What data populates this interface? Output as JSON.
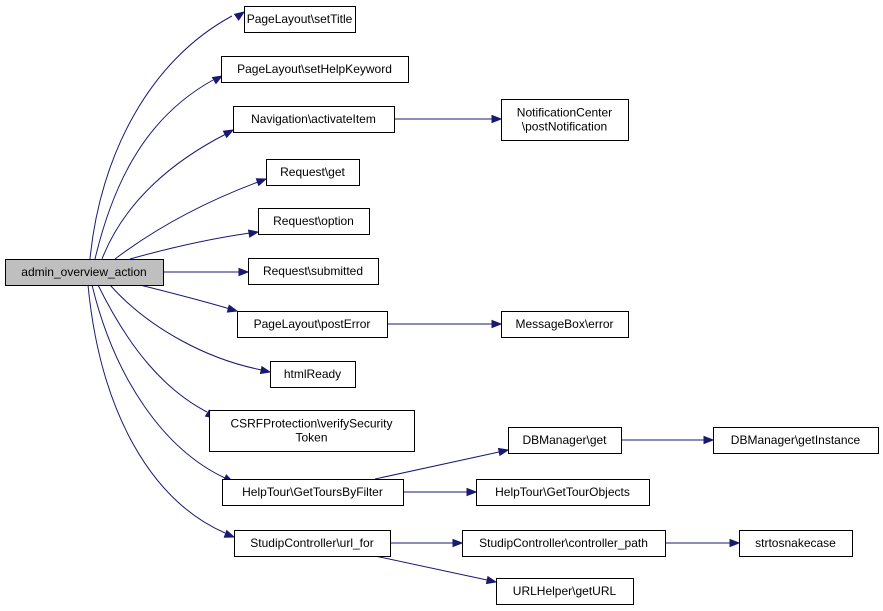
{
  "diagram": {
    "root": {
      "id": "root",
      "lines": [
        "admin_overview_action"
      ]
    },
    "nodes": [
      {
        "id": "setTitle",
        "lines": [
          "PageLayout\\setTitle"
        ]
      },
      {
        "id": "setHelpKeyword",
        "lines": [
          "PageLayout\\setHelpKeyword"
        ]
      },
      {
        "id": "activateItem",
        "lines": [
          "Navigation\\activateItem"
        ]
      },
      {
        "id": "postNotification",
        "lines": [
          "NotificationCenter",
          "\\postNotification"
        ]
      },
      {
        "id": "requestGet",
        "lines": [
          "Request\\get"
        ]
      },
      {
        "id": "requestOption",
        "lines": [
          "Request\\option"
        ]
      },
      {
        "id": "requestSubmitted",
        "lines": [
          "Request\\submitted"
        ]
      },
      {
        "id": "postError",
        "lines": [
          "PageLayout\\postError"
        ]
      },
      {
        "id": "messageBoxError",
        "lines": [
          "MessageBox\\error"
        ]
      },
      {
        "id": "htmlReady",
        "lines": [
          "htmlReady"
        ]
      },
      {
        "id": "verifyToken",
        "lines": [
          "CSRFProtection\\verifySecurity",
          "Token"
        ]
      },
      {
        "id": "dbGet",
        "lines": [
          "DBManager\\get"
        ]
      },
      {
        "id": "dbGetInstance",
        "lines": [
          "DBManager\\getInstance"
        ]
      },
      {
        "id": "getToursByFilter",
        "lines": [
          "HelpTour\\GetToursByFilter"
        ]
      },
      {
        "id": "getTourObjects",
        "lines": [
          "HelpTour\\GetTourObjects"
        ]
      },
      {
        "id": "urlFor",
        "lines": [
          "StudipController\\url_for"
        ]
      },
      {
        "id": "controllerPath",
        "lines": [
          "StudipController\\controller_path"
        ]
      },
      {
        "id": "strtosnakecase",
        "lines": [
          "strtosnakecase"
        ]
      },
      {
        "id": "getURL",
        "lines": [
          "URLHelper\\getURL"
        ]
      }
    ],
    "edges": [
      [
        "root",
        "setTitle"
      ],
      [
        "root",
        "setHelpKeyword"
      ],
      [
        "root",
        "activateItem"
      ],
      [
        "root",
        "requestGet"
      ],
      [
        "root",
        "requestOption"
      ],
      [
        "root",
        "requestSubmitted"
      ],
      [
        "root",
        "postError"
      ],
      [
        "root",
        "htmlReady"
      ],
      [
        "root",
        "verifyToken"
      ],
      [
        "root",
        "getToursByFilter"
      ],
      [
        "root",
        "urlFor"
      ],
      [
        "activateItem",
        "postNotification"
      ],
      [
        "postError",
        "messageBoxError"
      ],
      [
        "getToursByFilter",
        "dbGet"
      ],
      [
        "getToursByFilter",
        "getTourObjects"
      ],
      [
        "dbGet",
        "dbGetInstance"
      ],
      [
        "urlFor",
        "controllerPath"
      ],
      [
        "urlFor",
        "getURL"
      ],
      [
        "controllerPath",
        "strtosnakecase"
      ]
    ],
    "colors": {
      "edge": "#191970",
      "root_fill": "#bfbfbf",
      "node_fill": "#ffffff",
      "border": "#000000"
    }
  }
}
